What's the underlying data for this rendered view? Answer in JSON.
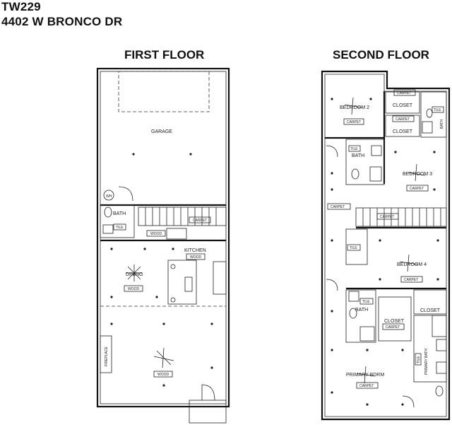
{
  "header": {
    "plan_code": "TW229",
    "address": "4402 W BRONCO DR"
  },
  "first_floor": {
    "title": "FIRST FLOOR",
    "labels": {
      "garage": "GARAGE",
      "bath": "BATH",
      "tile": "TILE",
      "wood_hall": "WOOD",
      "carpet_stairs": "CARPET",
      "kitchen": "KITCHEN",
      "wood_kitchen": "WOOD",
      "dining": "DINING",
      "wood_dining": "WOOD",
      "fireplace": "FIREPLACE",
      "wood_living": "WOOD",
      "wh": "WH"
    }
  },
  "second_floor": {
    "title": "SECOND FLOOR",
    "labels": {
      "bedroom2": "BEDROOM 2",
      "carpet_b2": "CARPET",
      "carpet_top": "CARPET",
      "closet1": "CLOSET",
      "carpet_closet2": "CARPET",
      "closet2": "CLOSET",
      "tile_right": "TILE",
      "bath_right": "BATH",
      "tile_bath2": "TILE",
      "bath2": "BATH",
      "bedroom3": "BEDROOM 3",
      "carpet_b3": "CARPET",
      "carpet_hall": "CARPET",
      "carpet_stairs": "CARPET",
      "tile_hall": "TILE",
      "bedroom4": "BEDROOM 4",
      "carpet_b4": "CARPET",
      "tile_bath3": "TILE",
      "bath3": "BATH",
      "closet3": "CLOSET",
      "carpet_closet3": "CARPET",
      "closet4": "CLOSET",
      "primary_bath": "PRIMARY BATH",
      "tile_primary": "TILE",
      "primary_bdrm": "PRIMARY BDRM",
      "carpet_primary": "CARPET"
    }
  }
}
